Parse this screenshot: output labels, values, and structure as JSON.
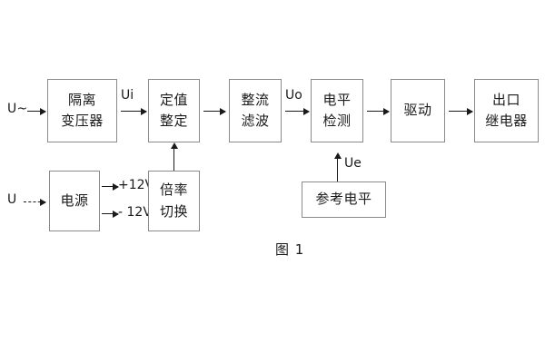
{
  "diagram": {
    "caption": "图 1",
    "blocks": [
      {
        "id": "isolation-transformer",
        "lines": [
          "隔离",
          "变压器"
        ]
      },
      {
        "id": "setting-value",
        "lines": [
          "定值",
          "整定"
        ]
      },
      {
        "id": "rectifier-filter",
        "lines": [
          "整流",
          "滤波"
        ]
      },
      {
        "id": "level-detection",
        "lines": [
          "电平",
          "检测"
        ]
      },
      {
        "id": "drive",
        "lines": [
          "驱动"
        ]
      },
      {
        "id": "output-relay",
        "lines": [
          "出口",
          "继电器"
        ]
      },
      {
        "id": "power-supply",
        "lines": [
          "电源"
        ]
      },
      {
        "id": "multiplier-switch",
        "lines": [
          "倍率",
          "切换"
        ]
      },
      {
        "id": "reference-level",
        "lines": [
          "参考电平"
        ]
      }
    ],
    "inputs": {
      "ac_input": "U~",
      "dc_input": "U"
    },
    "signals": {
      "ui": "Ui",
      "uo": "Uo",
      "ue": "Ue",
      "pos12v": "+12V",
      "neg12v": "- 12V"
    }
  }
}
